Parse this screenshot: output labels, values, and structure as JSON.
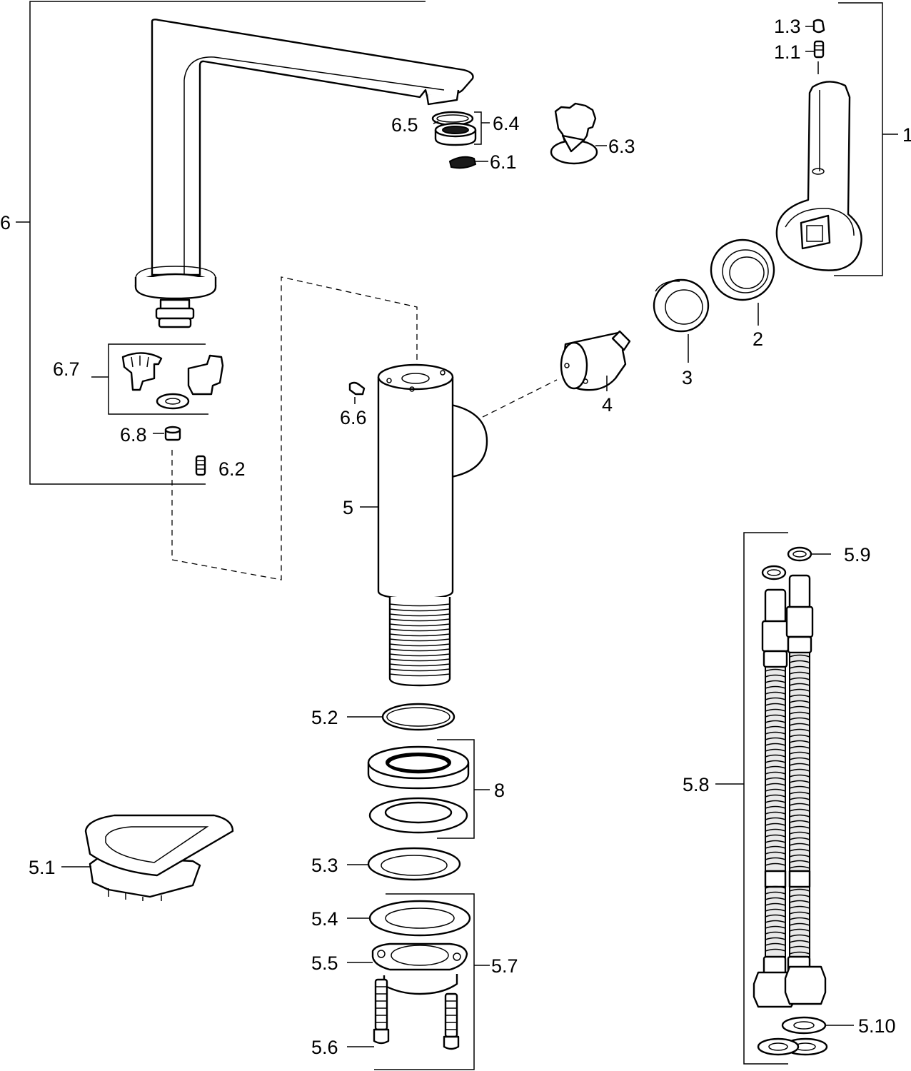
{
  "callouts": {
    "c1": "1",
    "c1_1": "1.1",
    "c1_3": "1.3",
    "c2": "2",
    "c3": "3",
    "c4": "4",
    "c5": "5",
    "c5_1": "5.1",
    "c5_2": "5.2",
    "c5_3": "5.3",
    "c5_4": "5.4",
    "c5_5": "5.5",
    "c5_6": "5.6",
    "c5_7": "5.7",
    "c5_8": "5.8",
    "c5_9": "5.9",
    "c5_10": "5.10",
    "c6": "6",
    "c6_1": "6.1",
    "c6_2": "6.2",
    "c6_3": "6.3",
    "c6_4": "6.4",
    "c6_5": "6.5",
    "c6_6": "6.6",
    "c6_7": "6.7",
    "c6_8": "6.8",
    "c8": "8"
  },
  "colors": {
    "line": "#000000",
    "background": "#ffffff",
    "part_fill": "#ffffff"
  }
}
